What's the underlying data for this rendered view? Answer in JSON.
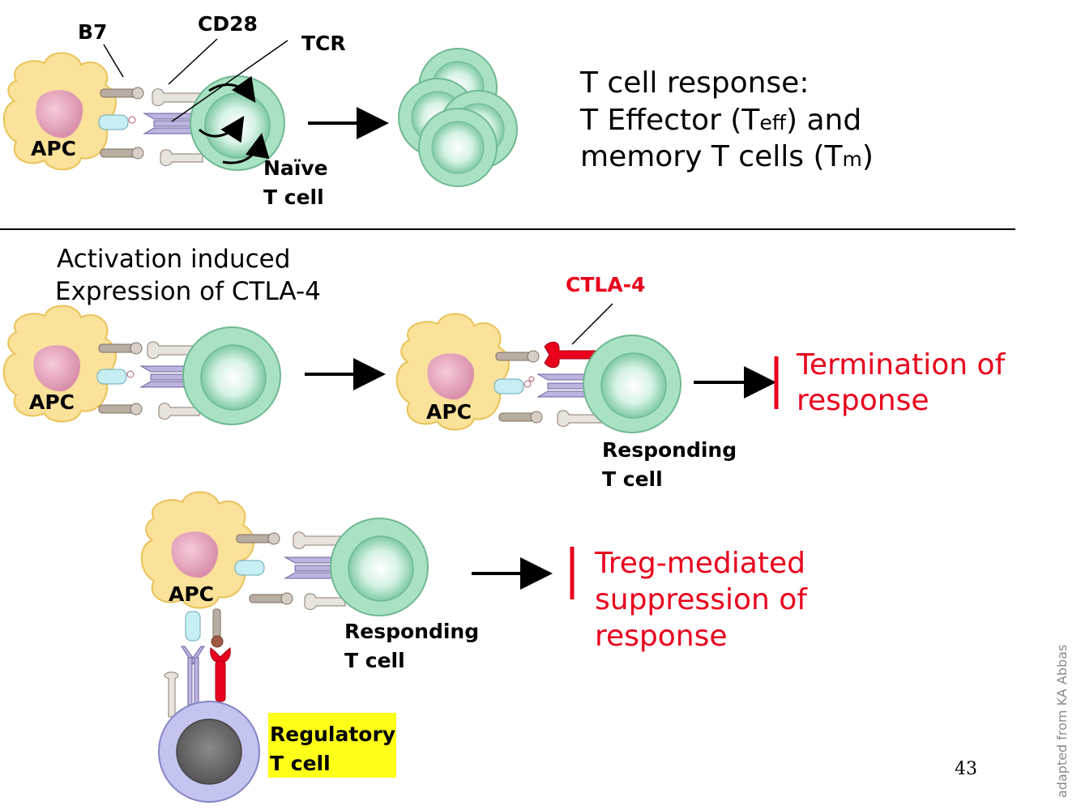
{
  "colors": {
    "apc_fill": "#fbe29a",
    "apc_stroke": "#e9c35a",
    "nucleus_fill": "#eeb0c6",
    "tcell_outer": "#a9e2c3",
    "tcell_inner": "#d8f5e6",
    "receptor_gray": "#b9aca0",
    "receptor_purple": "#bdb4df",
    "receptor_cyan": "#c7eef3",
    "inhibitory_red": "#e8001c",
    "treg_outer": "#c4c4f0",
    "treg_inner": "#6f6f6f",
    "highlight_yellow": "#ffff1a"
  },
  "panel1": {
    "label_b7": "B7",
    "label_cd28": "CD28",
    "label_tcr": "TCR",
    "apc_label": "APC",
    "tcell_label_line1": "Naïve",
    "tcell_label_line2": "T cell",
    "response_line1": "T cell response:",
    "response_line2_prefix": "T Effector (T",
    "response_line2_sub": "eff",
    "response_line2_suffix": ") and",
    "response_line3_prefix": "memory T cells (T",
    "response_line3_sub": "m",
    "response_line3_suffix": ")"
  },
  "panel2": {
    "heading_line1": "Activation induced",
    "heading_line2": "Expression of CTLA-4",
    "apc_label_left": "APC",
    "apc_label_right": "APC",
    "ctla4_label": "CTLA-4",
    "tcell_label_line1": "Responding",
    "tcell_label_line2": "T cell",
    "outcome_line1": "Termination of",
    "outcome_line2": "response"
  },
  "panel3": {
    "apc_label": "APC",
    "tcell_label_line1": "Responding",
    "tcell_label_line2": "T cell",
    "treg_label_line1": "Regulatory",
    "treg_label_line2": "T cell",
    "outcome_line1": "Treg-mediated",
    "outcome_line2": "suppression of",
    "outcome_line3": "response"
  },
  "footer": {
    "page_number": "43",
    "credit": "adapted from KA Abbas"
  }
}
